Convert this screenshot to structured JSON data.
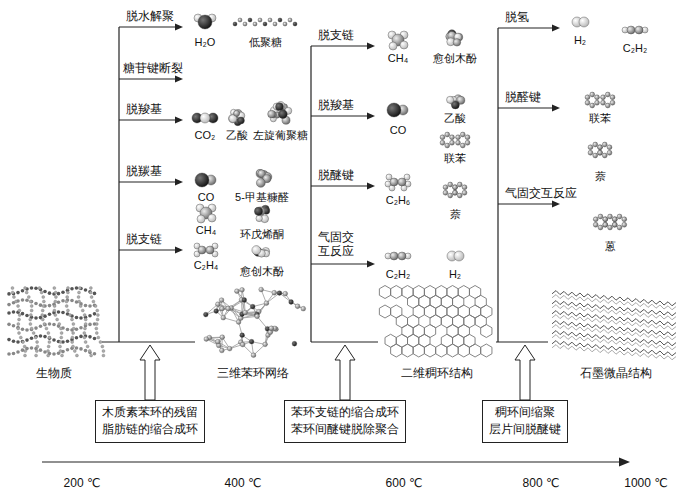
{
  "diagram": {
    "nodes": [
      {
        "text": [
          "生物质"
        ]
      },
      {
        "text": [
          "三维苯环网络"
        ]
      },
      {
        "text": [
          "二维稠环结构"
        ]
      },
      {
        "text": [
          "石墨微晶结构"
        ]
      },
      {
        "text": [
          "木质素苯环的残留 脂肪链的缩合成环"
        ]
      },
      {
        "text": [
          "苯环支链的缩合成环 苯环间醚键脱除聚合"
        ]
      },
      {
        "text": [
          "稠环间缩聚 层片间脱醚键"
        ]
      }
    ],
    "edges": [
      {
        "from": 0,
        "to": 1,
        "arrow": "none"
      },
      {
        "from": 1,
        "to": 2,
        "arrow": "none"
      },
      {
        "from": 2,
        "to": 3,
        "arrow": "none"
      }
    ],
    "labels": [
      "脱水解聚",
      "H₂O",
      "低聚糖",
      "糖苷键断裂",
      "脱羧基",
      "CO₂",
      "乙酸",
      "左旋葡聚糖",
      "脱羰基",
      "CO",
      "5-甲基糠醛",
      "脱支链",
      "CH₄",
      "环戊烯酮",
      "C₂H₄",
      "愈创木酚",
      "脱支链",
      "CH₄",
      "愈创木酚",
      "脱羧基",
      "CO",
      "乙酸",
      "脱醚键",
      "C₂H₆",
      "联苯",
      "萘",
      "气固交互反应",
      "C₂H₂",
      "H₂",
      "脱氢",
      "H₂",
      "C₂H₂",
      "脱醛键",
      "联苯",
      "萘",
      "气固交互反应",
      "蒽",
      "200 ℃",
      "400 ℃",
      "600 ℃",
      "800 ℃",
      "1000 ℃"
    ]
  }
}
